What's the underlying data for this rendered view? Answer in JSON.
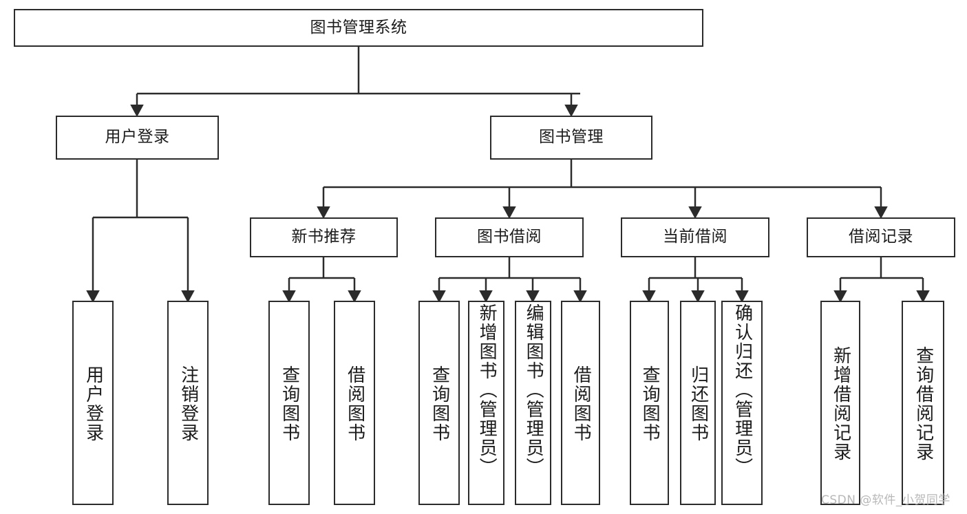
{
  "diagram": {
    "title_node": {
      "id": "root",
      "label": "图书管理系统"
    },
    "level2": [
      {
        "id": "user-login",
        "label": "用户登录"
      },
      {
        "id": "book-management",
        "label": "图书管理"
      }
    ],
    "level3": [
      {
        "id": "new-book-recommend",
        "label": "新书推荐"
      },
      {
        "id": "book-borrow",
        "label": "图书借阅"
      },
      {
        "id": "current-borrow",
        "label": "当前借阅"
      },
      {
        "id": "borrow-record",
        "label": "借阅记录"
      }
    ],
    "leaves": [
      {
        "id": "leaf-user-login",
        "label": "用户登录",
        "parent": "user-login"
      },
      {
        "id": "leaf-user-logout",
        "label": "注销登录",
        "parent": "user-login"
      },
      {
        "id": "leaf-query-book-1",
        "label": "查询图书",
        "parent": "new-book-recommend"
      },
      {
        "id": "leaf-borrow-book-1",
        "label": "借阅图书",
        "parent": "new-book-recommend"
      },
      {
        "id": "leaf-query-book-2",
        "label": "查询图书",
        "parent": "book-borrow"
      },
      {
        "id": "leaf-add-book",
        "label": "新增图书（管理员）",
        "parent": "book-borrow"
      },
      {
        "id": "leaf-edit-book",
        "label": "编辑图书（管理员）",
        "parent": "book-borrow"
      },
      {
        "id": "leaf-borrow-book-2",
        "label": "借阅图书",
        "parent": "book-borrow"
      },
      {
        "id": "leaf-query-book-3",
        "label": "查询图书",
        "parent": "current-borrow"
      },
      {
        "id": "leaf-return-book",
        "label": "归还图书",
        "parent": "current-borrow"
      },
      {
        "id": "leaf-confirm-return",
        "label": "确认归还（管理员）",
        "parent": "current-borrow"
      },
      {
        "id": "leaf-add-record",
        "label": "新增借阅记录",
        "parent": "borrow-record"
      },
      {
        "id": "leaf-query-record",
        "label": "查询借阅记录",
        "parent": "borrow-record"
      }
    ],
    "watermark": "CSDN @软件_小贺同学",
    "colors": {
      "stroke": "#2b2b2b",
      "fill": "#ffffff",
      "text": "#1b1b1b",
      "watermark": "#b8b8b8"
    }
  }
}
